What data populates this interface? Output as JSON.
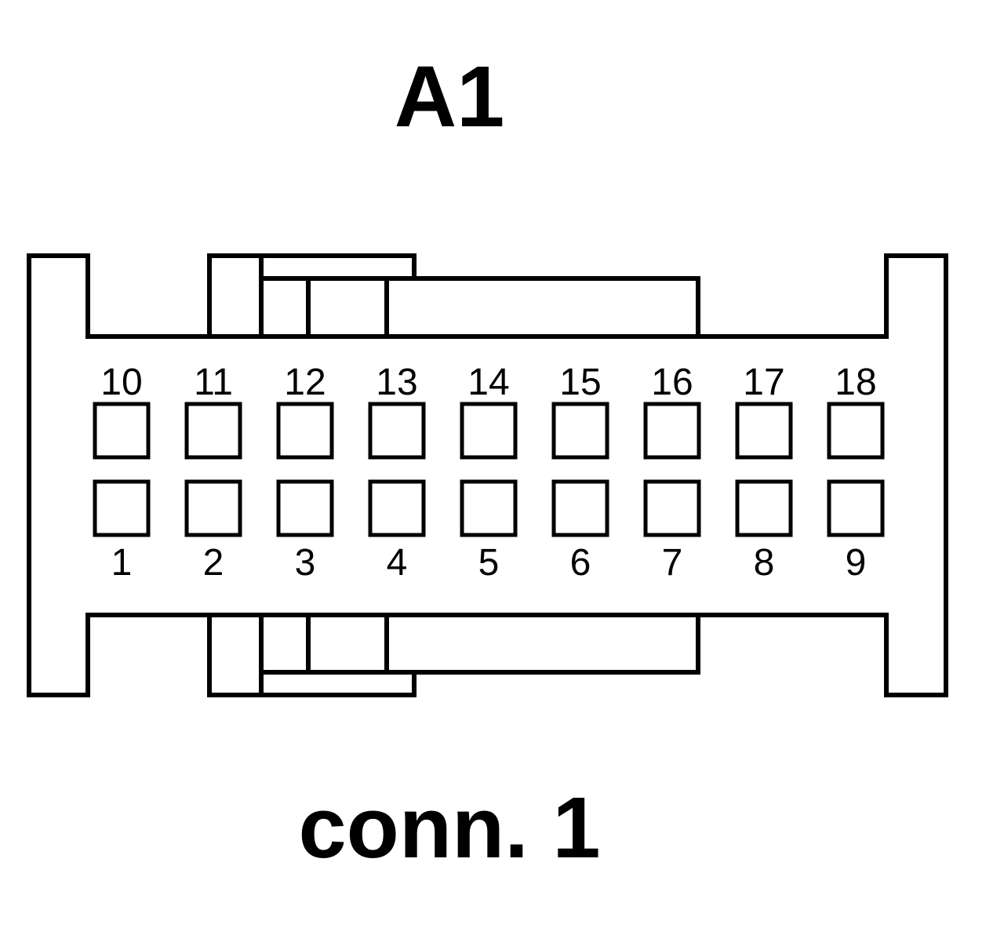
{
  "connector": {
    "title": "A1",
    "caption": "conn. 1"
  },
  "pins": {
    "top_row": [
      "10",
      "11",
      "12",
      "13",
      "14",
      "15",
      "16",
      "17",
      "18"
    ],
    "bottom_row": [
      "1",
      "2",
      "3",
      "4",
      "5",
      "6",
      "7",
      "8",
      "9"
    ]
  },
  "colors": {
    "line": "#000000",
    "background": "#ffffff"
  }
}
